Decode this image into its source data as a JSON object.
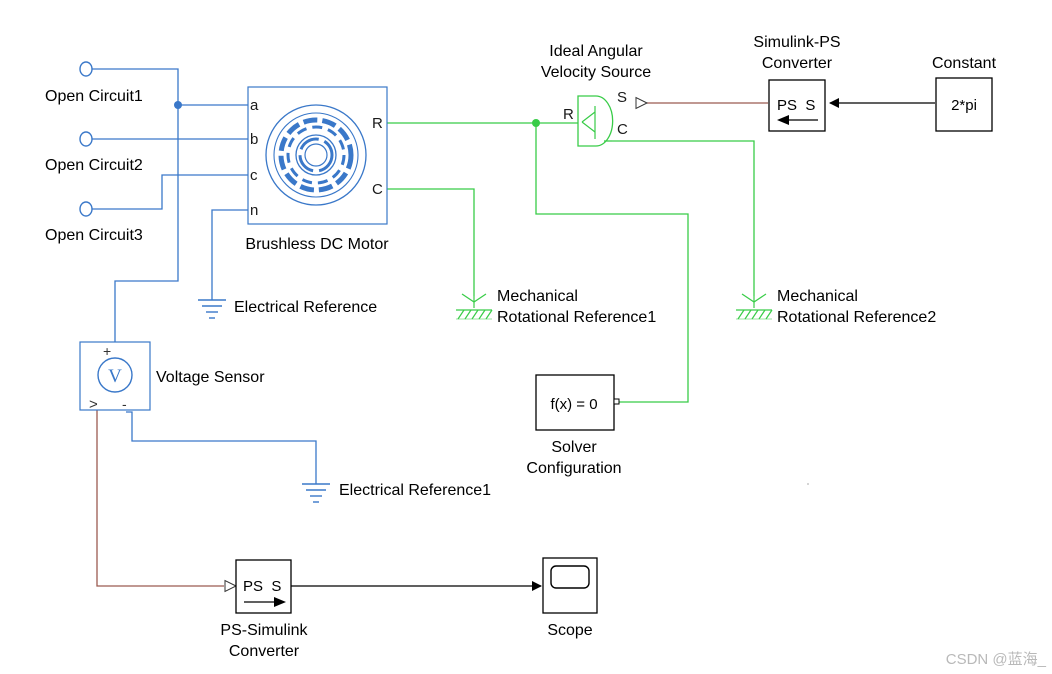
{
  "colors": {
    "electrical_wire": "#3a78c9",
    "mechanical_wire": "#38cc47",
    "physical_signal_wire": "#9b5a50",
    "simulink_wire": "#000000",
    "motor_icon": "#3a78c9",
    "mechanical_symbol": "#38cc47",
    "block_border": "#000000",
    "background": "#ffffff"
  },
  "blocks": {
    "open_circuit_1": {
      "label": "Open Circuit1"
    },
    "open_circuit_2": {
      "label": "Open Circuit2"
    },
    "open_circuit_3": {
      "label": "Open Circuit3"
    },
    "bldc_motor": {
      "label": "Brushless DC Motor",
      "ports": {
        "a": "a",
        "b": "b",
        "c": "c",
        "n": "n",
        "R": "R",
        "C": "C"
      },
      "icon": "motor-stator-rotor-icon"
    },
    "electrical_reference": {
      "label": "Electrical Reference",
      "icon": "ground-icon"
    },
    "electrical_reference_1": {
      "label": "Electrical Reference1",
      "icon": "ground-icon"
    },
    "voltage_sensor": {
      "label": "Voltage Sensor",
      "icon_text": "V",
      "plus": "+",
      "minus": "-",
      "out": ">"
    },
    "ideal_angular_velocity_source": {
      "label_line1": "Ideal Angular",
      "label_line2": "Velocity Source",
      "port_R": "R",
      "port_S": "S",
      "port_C": "C"
    },
    "simulink_ps_converter": {
      "label_line1": "Simulink-PS",
      "label_line2": "Converter",
      "icon_text": "PS  S"
    },
    "constant": {
      "label": "Constant",
      "value": "2*pi"
    },
    "mechanical_reference_1": {
      "label_line1": "Mechanical",
      "label_line2": "Rotational Reference1"
    },
    "mechanical_reference_2": {
      "label_line1": "Mechanical",
      "label_line2": "Rotational Reference2"
    },
    "solver_configuration": {
      "label_line1": "Solver",
      "label_line2": "Configuration",
      "icon_text": "f(x) = 0"
    },
    "ps_simulink_converter": {
      "label_line1": "PS-Simulink",
      "label_line2": "Converter",
      "icon_text": "PS  S"
    },
    "scope": {
      "label": "Scope",
      "icon": "scope-screen-icon"
    }
  },
  "watermark": "CSDN @蓝海_"
}
